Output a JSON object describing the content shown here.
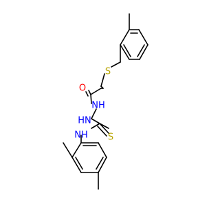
{
  "diagram": {
    "type": "chemical-structure",
    "background": "#ffffff",
    "colors": {
      "bond": "#000000",
      "carbon": "#000000",
      "oxygen": "#ff0000",
      "nitrogen": "#0000ff",
      "sulfur": "#b8a400"
    },
    "atom_labels": {
      "sulfur_thioether": "S",
      "oxygen_carbonyl": "O",
      "nitrogen_nh1": "NH",
      "nitrogen_nh2": "HN",
      "nitrogen_nh3": "NH",
      "sulfur_thione": "S"
    }
  }
}
